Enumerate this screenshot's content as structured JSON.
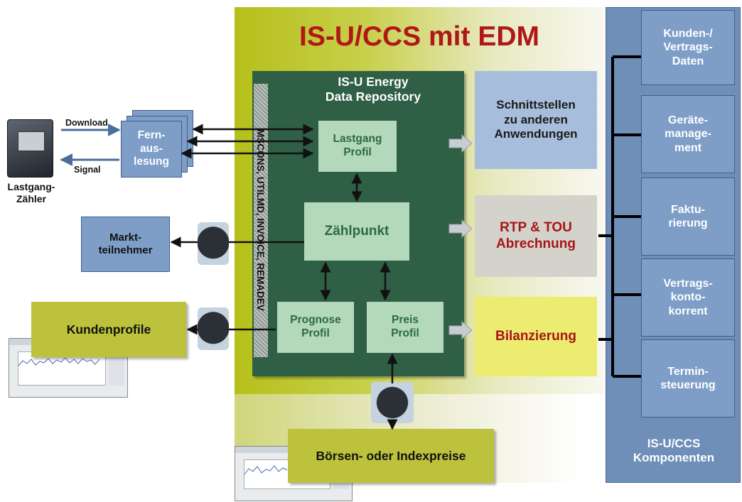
{
  "title": "IS-U/CCS mit EDM",
  "repository": {
    "title": "IS-U Energy\nData Repository",
    "formats": "MSCONS, UTILMD, INVOICE, REMADEV"
  },
  "inner_boxes": {
    "lastgang": "Lastgang\nProfil",
    "zaehlpunkt": "Zählpunkt",
    "prognose": "Prognose\nProfil",
    "preis": "Preis\nProfil"
  },
  "right_boxes": {
    "schnittstellen": "Schnittstellen\nzu anderen\nAnwendungen",
    "rtp": "RTP & TOU\nAbrechnung",
    "bilanzierung": "Bilanzierung"
  },
  "left": {
    "meter_label": "Lastgang-\nZähler",
    "download": "Download",
    "signal": "Signal",
    "fernauslesung": "Fern-\naus-\nlesung",
    "marktteilnehmer": "Markt-\nteilnehmer",
    "kundenprofile": "Kundenprofile"
  },
  "bottom": {
    "boersen": "Börsen- oder Indexpreise"
  },
  "components": {
    "items": [
      "Kunden-/\nVertrags-\nDaten",
      "Geräte-\nmanage-\nment",
      "Faktu-\nrierung",
      "Vertrags-\nkonto-\nkorrent",
      "Termin-\nsteuerung"
    ],
    "label": "IS-U/CCS\nKomponenten"
  },
  "colors": {
    "title": "#b01818",
    "repository": "#2f5f45",
    "components": "#6f8fb9",
    "olive": "#b5c01a"
  }
}
